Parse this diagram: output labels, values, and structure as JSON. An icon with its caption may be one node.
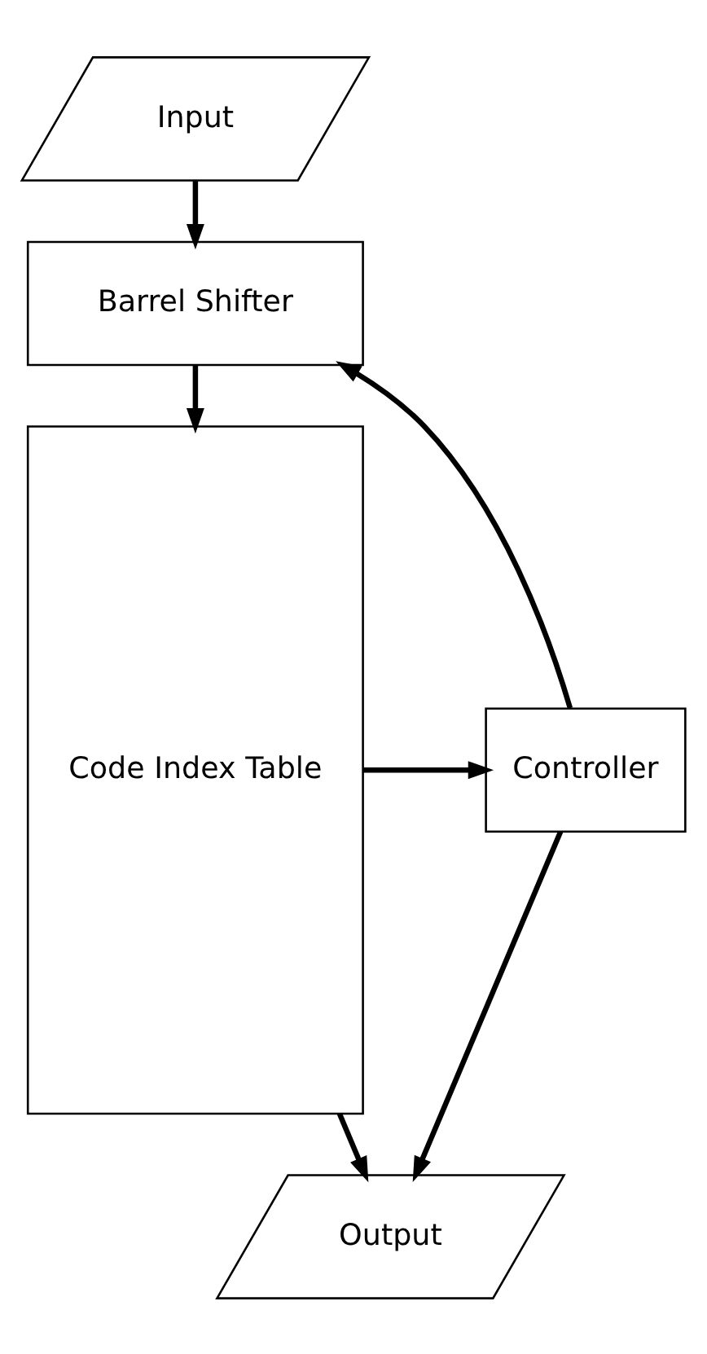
{
  "diagram": {
    "nodes": [
      {
        "text": [
          "Input"
        ]
      },
      {
        "text": [
          "Barrel Shifter"
        ]
      },
      {
        "text": [
          "Code Index Table"
        ]
      },
      {
        "text": [
          "Controller"
        ]
      },
      {
        "text": [
          "Output"
        ]
      }
    ],
    "edges": [
      {
        "from": 0,
        "to": 1,
        "arrow": "to"
      },
      {
        "from": 1,
        "to": 2,
        "arrow": "to"
      },
      {
        "from": 2,
        "to": 4,
        "arrow": "to"
      },
      {
        "from": 2,
        "to": 3,
        "arrow": "to"
      },
      {
        "from": 3,
        "to": 1,
        "arrow": "to"
      },
      {
        "from": 3,
        "to": 4,
        "arrow": "to"
      }
    ]
  }
}
